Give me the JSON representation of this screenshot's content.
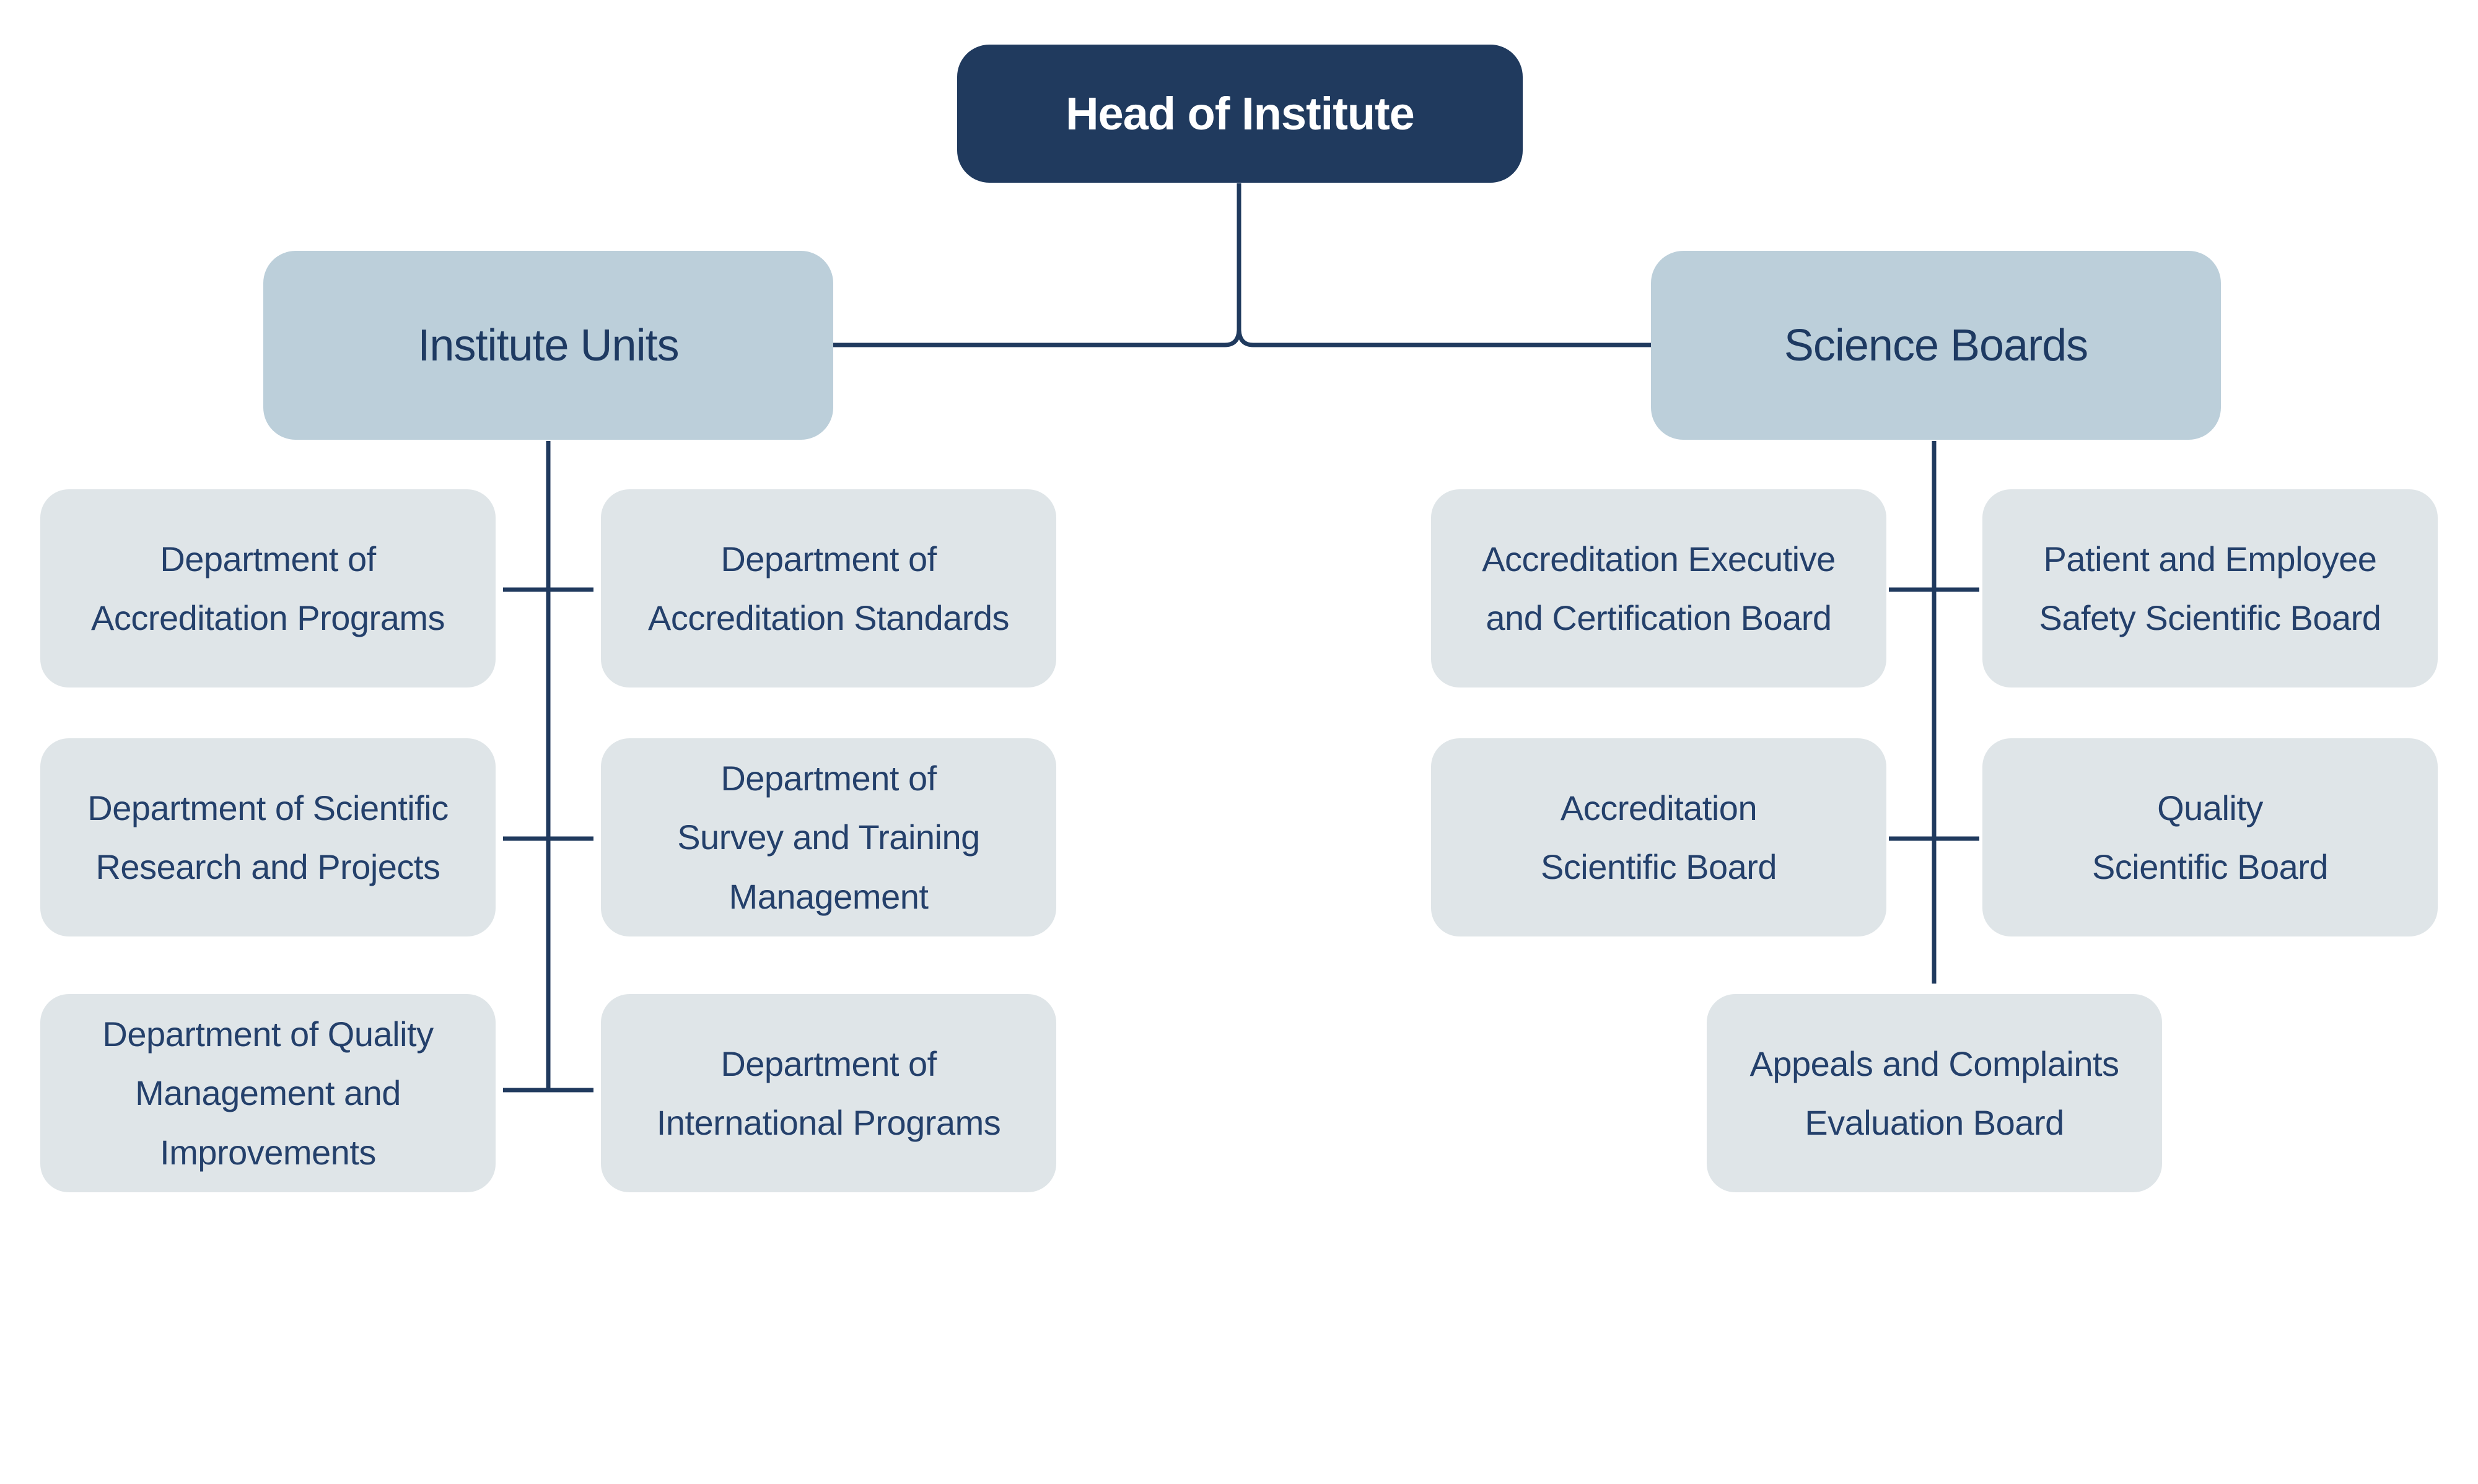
{
  "palette": {
    "background": "#FFFFFF",
    "head_fill": "#203A5E",
    "head_text": "#FFFFFF",
    "branch_fill": "#BCCFDA",
    "branch_text": "#1E3A62",
    "leaf_fill": "#DFE5E8",
    "leaf_text": "#24406B",
    "line_color": "#203A5E"
  },
  "org": {
    "root": "Head of Institute",
    "left_branch": {
      "title": "Institute Units",
      "items": [
        {
          "label": "Department of\nAccreditation Programs"
        },
        {
          "label": "Department of\nAccreditation Standards"
        },
        {
          "label": "Department of Scientific\nResearch and Projects"
        },
        {
          "label": "Department of\nSurvey and Training\nManagement"
        },
        {
          "label": "Department of Quality\nManagement and\nImprovements"
        },
        {
          "label": "Department of\nInternational Programs"
        }
      ]
    },
    "right_branch": {
      "title": "Science Boards",
      "items": [
        {
          "label": "Accreditation Executive\nand Certification Board"
        },
        {
          "label": "Patient and Employee\nSafety Scientific Board"
        },
        {
          "label": "Accreditation\nScientific Board"
        },
        {
          "label": "Quality\nScientific Board"
        },
        {
          "label": "Appeals and Complaints\nEvaluation Board"
        }
      ]
    }
  }
}
